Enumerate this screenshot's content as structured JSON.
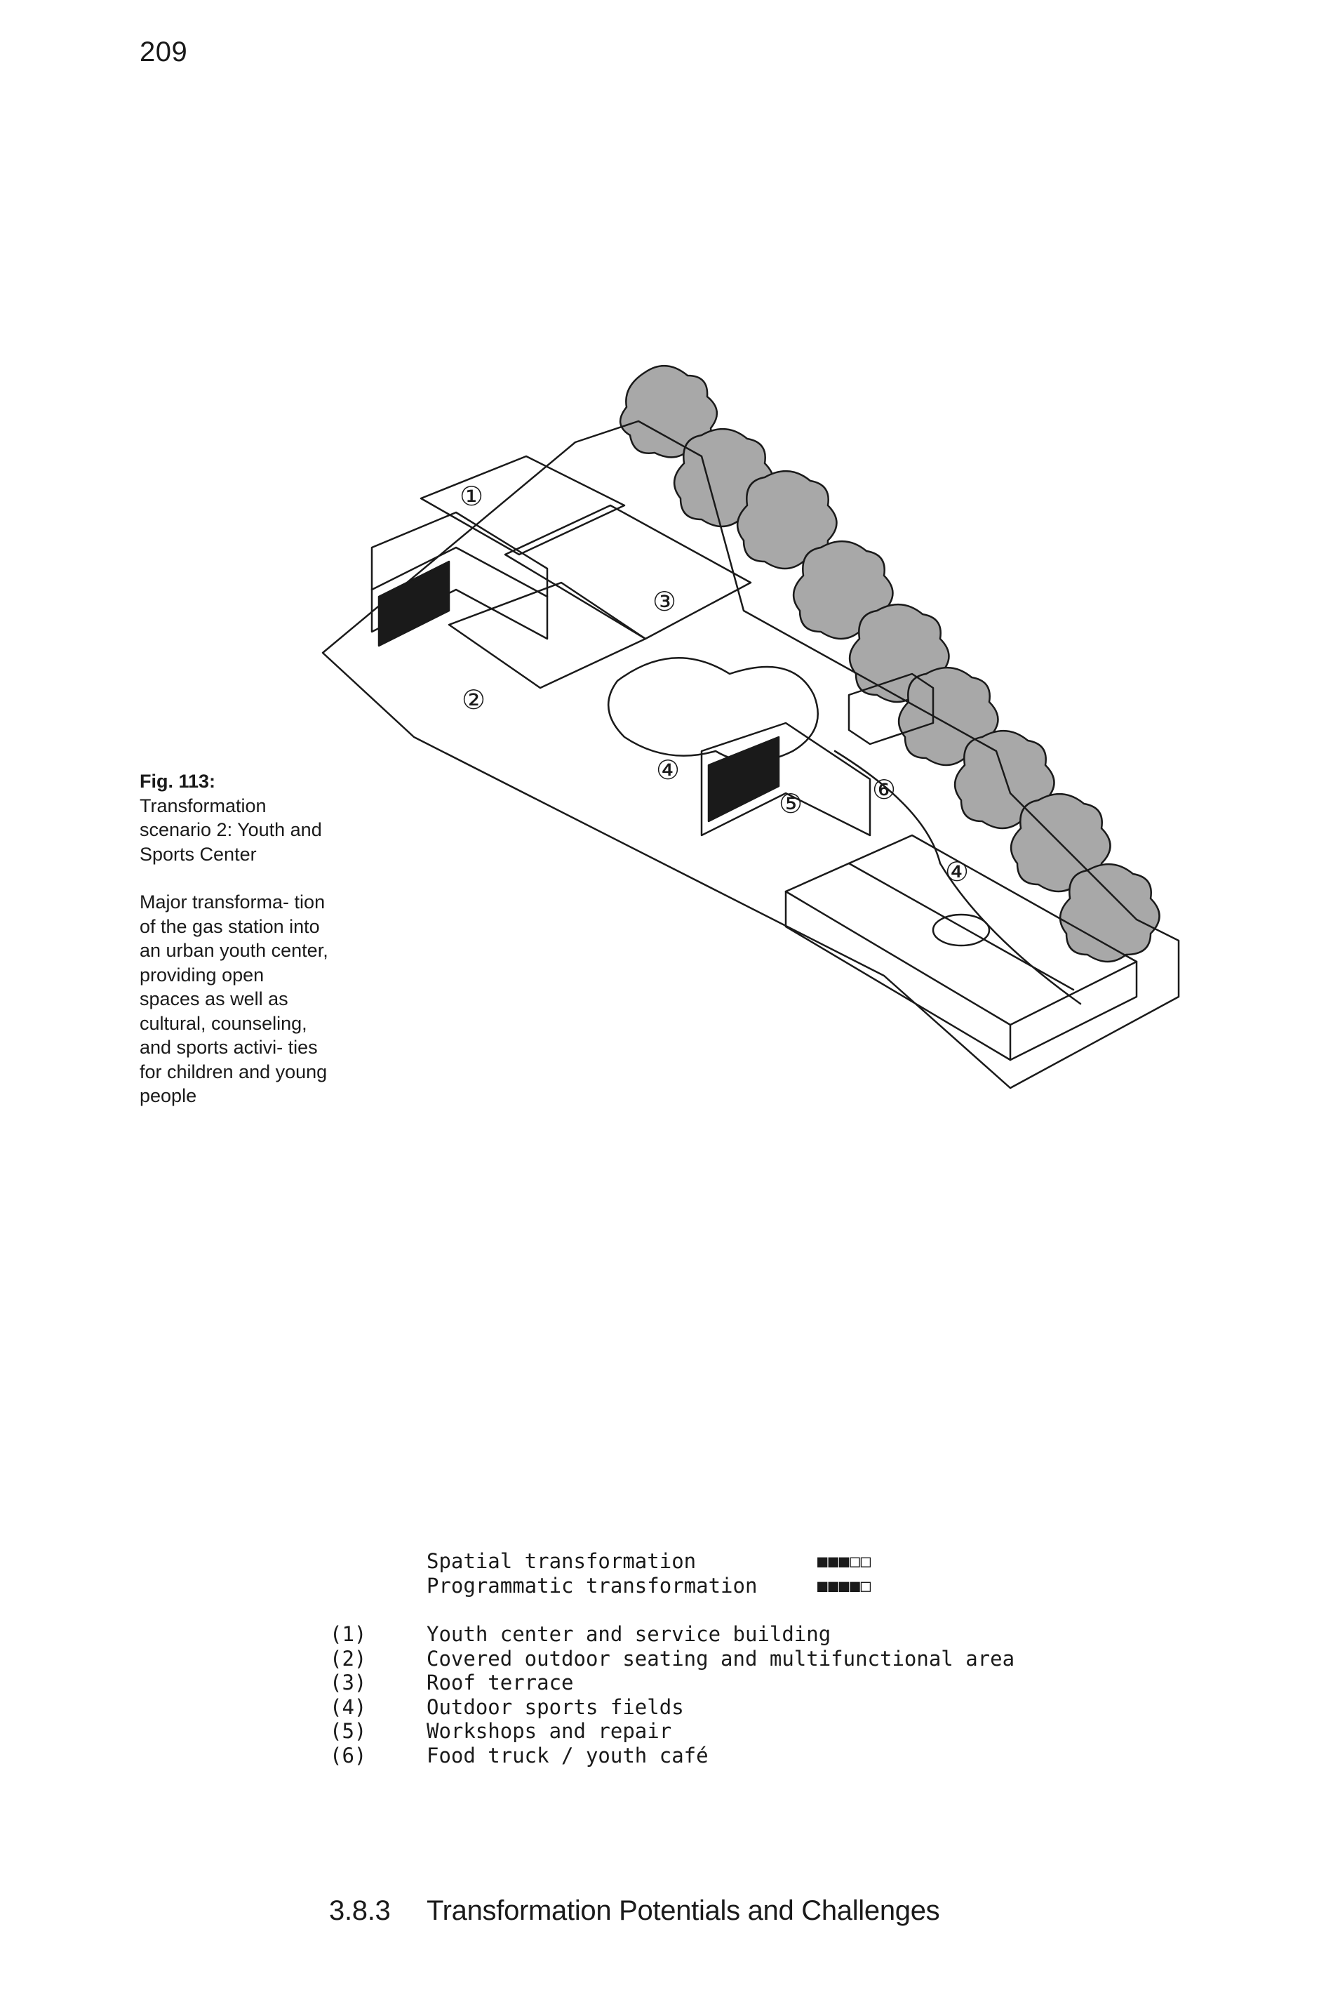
{
  "page": {
    "number": "209"
  },
  "caption": {
    "figure_label": "Fig. 113:",
    "figure_title": "Transformation scenario 2: Youth and Sports Center",
    "description": "Major transforma- tion of the gas station into an urban youth center, providing open spaces as well as cultural, counseling, and sports activi- ties for children and young people"
  },
  "drawing": {
    "markers": [
      "①",
      "②",
      "③",
      "④",
      "⑤",
      "⑥",
      "④"
    ],
    "colors": {
      "line": "#1a1a1a",
      "tree_fill": "#a8a8a8",
      "paper": "#ffffff"
    }
  },
  "ratings": [
    {
      "label": "Spatial transformation",
      "score": "■■■□□"
    },
    {
      "label": "Programmatic transformation",
      "score": "■■■■□"
    }
  ],
  "legend": [
    {
      "num": "(1)",
      "text": "Youth center and service building"
    },
    {
      "num": "(2)",
      "text": "Covered outdoor seating and multifunctional area"
    },
    {
      "num": "(3)",
      "text": "Roof terrace"
    },
    {
      "num": "(4)",
      "text": "Outdoor sports fields"
    },
    {
      "num": "(5)",
      "text": "Workshops and repair"
    },
    {
      "num": "(6)",
      "text": "Food truck / youth café"
    }
  ],
  "section": {
    "number": "3.8.3",
    "title": "Transformation Potentials and Challenges"
  }
}
